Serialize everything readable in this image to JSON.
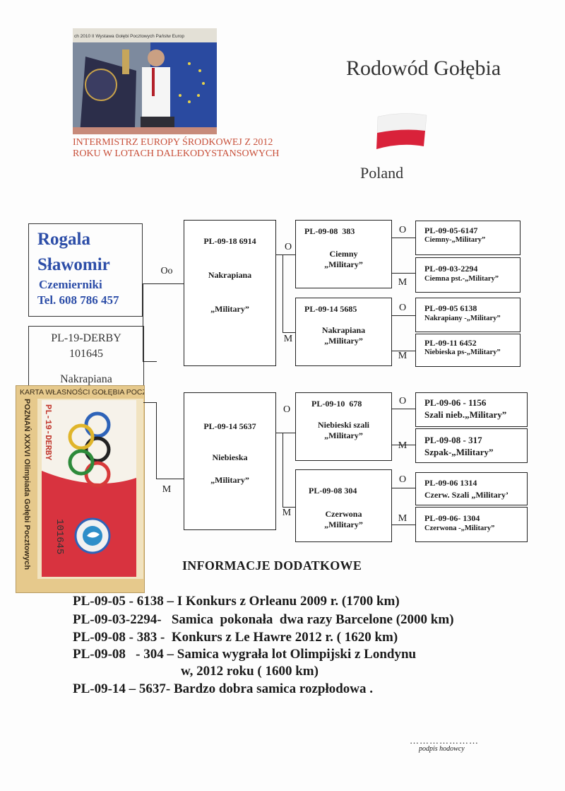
{
  "photo": {
    "banner_text": "ch 2010 II Wystawa Gołębi Pocztowych Państw Europ",
    "caption_line1": "INTERMISTRZ EUROPY ŚRODKOWEJ Z 2012",
    "caption_line2": "ROKU W LOTACH DALEKODYSTANSOWYCH"
  },
  "title": "Rodowód Gołębia",
  "country": "Poland",
  "flag_colors": {
    "white": "#f4f4f4",
    "red": "#d9223a"
  },
  "breeder": {
    "first": "Rogala",
    "last": "Sławomir",
    "town": "Czemierniki",
    "phone": "Tel. 608 786 457"
  },
  "pigeon": {
    "ring": "PL-19-DERBY",
    "number": "101645",
    "color": "Nakrapiana"
  },
  "card": {
    "top": "KARTA WŁASNOŚCI GOŁĘBIA POCZTOWEGO · POLSKI ZWIĄZEK HODOWCÓW GOŁĘBI POCZTOWYCH",
    "side_left": "POZNAŃ XXXVI Olimpiada Gołębi Pocztowych",
    "ring": "PL-19-DERBY",
    "number": "101645"
  },
  "labels": {
    "father": "O",
    "mother": "M",
    "father_top": "Oo"
  },
  "gen1": {
    "father": {
      "ring": "PL-09-18 6914",
      "color": "Nakrapiana",
      "breed": "„Military”"
    },
    "mother": {
      "ring": "PL-09-14 5637",
      "color": "Niebieska",
      "breed": "„Military”"
    }
  },
  "gen2": {
    "ff": {
      "ring": "PL-09-08  383",
      "color": "Ciemny",
      "breed": "„Military”"
    },
    "fm": {
      "ring": "PL-09-14 5685",
      "color": "Nakrapiana",
      "breed": "„Military”"
    },
    "mf": {
      "ring": "PL-09-10  678",
      "color": "Niebieski szali",
      "breed": "„Military”"
    },
    "mm": {
      "ring": "PL-09-08 304",
      "color": "Czerwona",
      "breed": "„Military”"
    }
  },
  "gen3": [
    {
      "ring": "PL-09-05-6147",
      "desc": "Ciemny-„Military”"
    },
    {
      "ring": "PL-09-03-2294",
      "desc": "Ciemna pst.-„Military”"
    },
    {
      "ring": "PL-09-05 6138",
      "desc": "Nakrapiany -„Military”"
    },
    {
      "ring": "PL-09-11 6452",
      "desc": "Niebieska ps-„Military”"
    },
    {
      "ring": "PL-09-06 - 1156",
      "desc": "Szali nieb.„Military”"
    },
    {
      "ring": "PL-09-08 - 317",
      "desc": "Szpak-„Military”"
    },
    {
      "ring": "PL-09-06 1314",
      "desc": "Czerw. Szali „Military’"
    },
    {
      "ring": "PL-09-06- 1304",
      "desc": "Czerwona -„Military”"
    }
  ],
  "info": {
    "title": "INFORMACJE DODATKOWE",
    "lines": [
      "PL-09-05 - 6138 – I Konkurs z Orleanu 2009 r. (1700 km)",
      "PL-09-03-2294-   Samica  pokonała  dwa razy Barcelone (2000 km)",
      "PL-09-08 - 383 -  Konkurs z Le Hawre 2012 r. ( 1620 km)",
      "PL-09-08   - 304 – Samica wygrała lot Olimpijski z Londynu",
      "w, 2012 roku ( 1600 km)",
      "PL-09-14 – 5637- Bardzo dobra samica rozpłodowa ."
    ]
  },
  "signature": {
    "dots": "…………………",
    "label": "podpis hodowcy"
  }
}
